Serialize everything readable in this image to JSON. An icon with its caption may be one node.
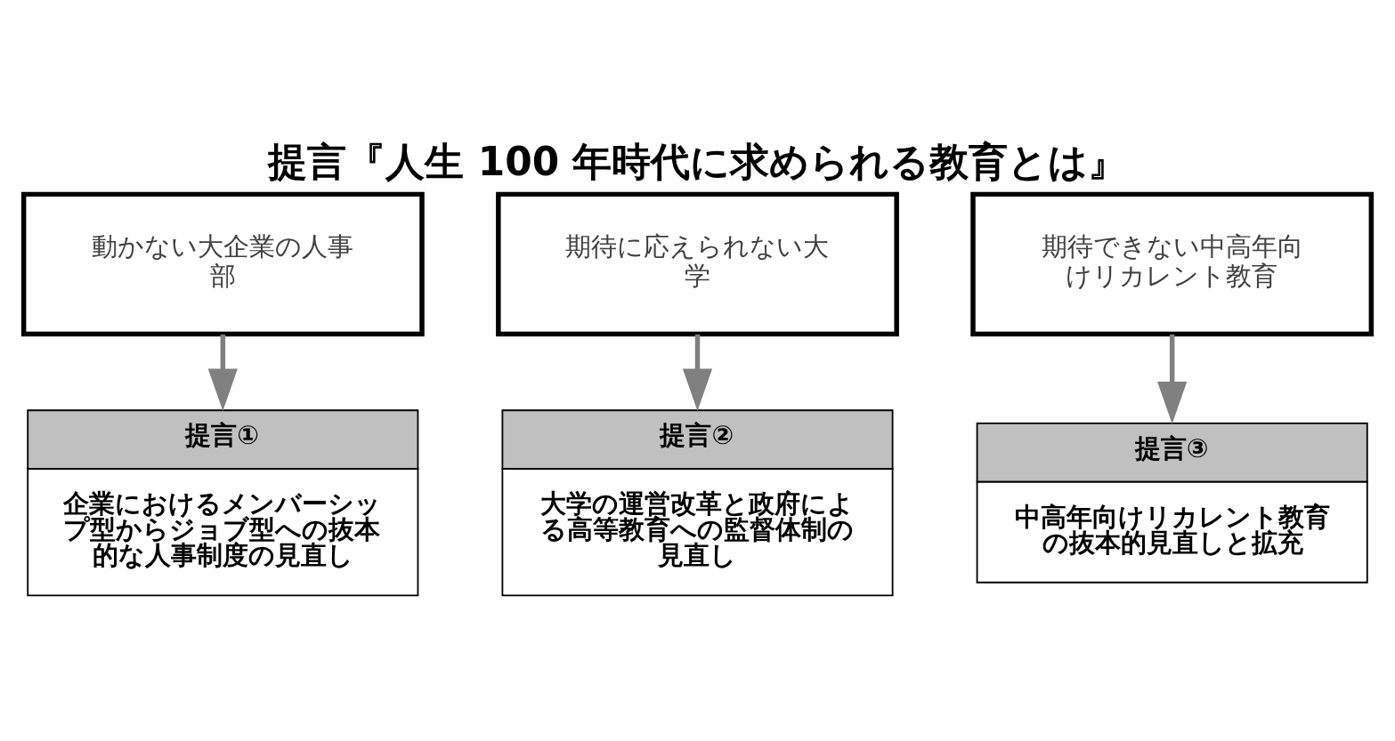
{
  "diagram": {
    "title": "提言『人生 100 年時代に求められる教育とは』",
    "nodes": [
      {
        "text": [
          "動かない大企業の人事部"
        ]
      },
      {
        "text": [
          "期待に応えられない大学"
        ]
      },
      {
        "text": [
          "期待できない中高年向けリカレント教育"
        ]
      },
      {
        "text": [
          "提言①",
          "企業におけるメンバーシップ型からジョブ型への抜本的な人事制度の見直し"
        ]
      },
      {
        "text": [
          "提言②",
          "大学の運営改革と政府による高等教育への監督体制の見直し"
        ]
      },
      {
        "text": [
          "提言③",
          "中高年向けリカレント教育の抜本的見直しと拡充"
        ]
      }
    ],
    "edges": [
      {
        "from": 0,
        "to": 3,
        "arrow": "to"
      },
      {
        "from": 1,
        "to": 4,
        "arrow": "to"
      },
      {
        "from": 2,
        "to": 5,
        "arrow": "to"
      }
    ]
  }
}
